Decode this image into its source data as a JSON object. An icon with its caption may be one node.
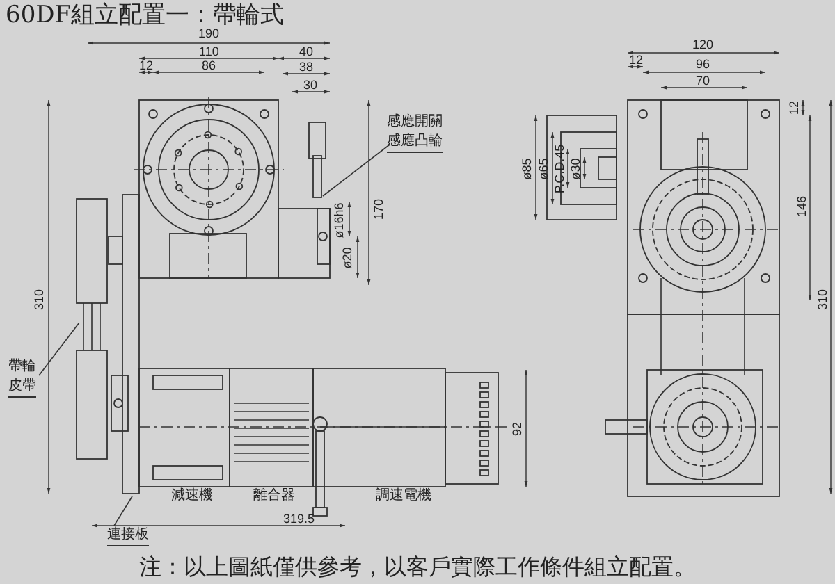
{
  "diagram": {
    "title": "60DF組立配置一：帶輪式",
    "caption": "注：以上圖紙僅供參考，以客戶實際工作條件組立配置。",
    "nodes": [
      {
        "text": [
          "感應開關",
          "感應凸輪"
        ]
      },
      {
        "text": [
          "帶輪",
          "皮帶"
        ]
      },
      {
        "text": [
          "連接板"
        ]
      }
    ],
    "edges": [
      {
        "from": 0,
        "to": null,
        "arrow": "none"
      },
      {
        "from": 1,
        "to": null,
        "arrow": "none"
      },
      {
        "from": 2,
        "to": null,
        "arrow": "none"
      }
    ],
    "labels": [
      "190",
      "110",
      "40",
      "12",
      "86",
      "38",
      "30",
      "ø16h6",
      "ø20",
      "170",
      "310",
      "減速機",
      "離合器",
      "調速電機",
      "319.5",
      "92",
      "120",
      "12",
      "96",
      "70",
      "12",
      "ø85",
      "ø65",
      "P.C.D.45",
      "ø30",
      "146",
      "310"
    ]
  }
}
